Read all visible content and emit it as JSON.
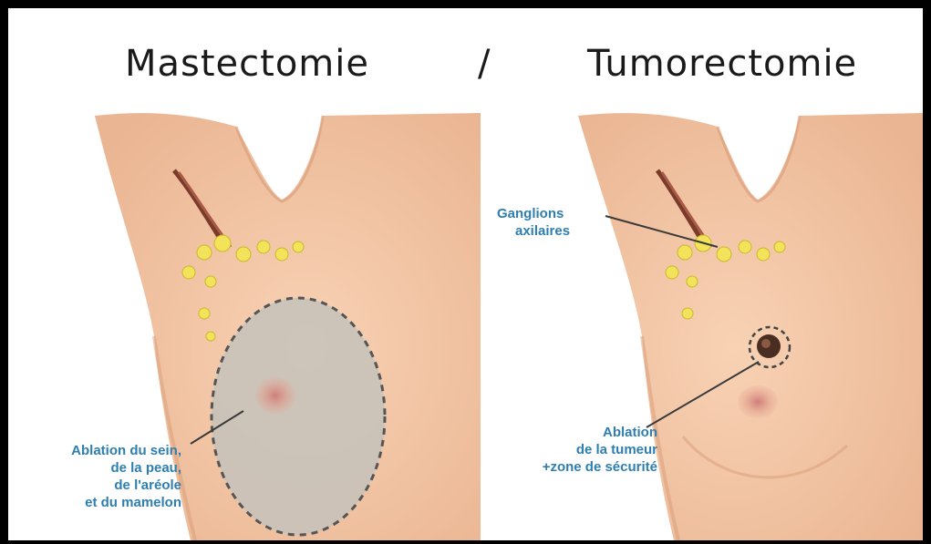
{
  "titles": {
    "left": "Mastectomie",
    "separator": "/",
    "right": "Tumorectomie"
  },
  "labels": {
    "ganglions": [
      "Ganglions",
      "axilaires"
    ],
    "ablation_sein": [
      "Ablation du sein,",
      "de la peau,",
      "de l'aréole",
      "et du mamelon"
    ],
    "ablation_tumeur": [
      "Ablation",
      "de la tumeur",
      "+zone de sécurité"
    ]
  },
  "colors": {
    "skin": "#f5c9a8",
    "skin_shadow": "#e3a983",
    "label_blue": "#2e7fb0",
    "lymph_yellow": "#f2e35a",
    "excision_gray": "#c9c2b8",
    "areola": "#d98b7e"
  }
}
